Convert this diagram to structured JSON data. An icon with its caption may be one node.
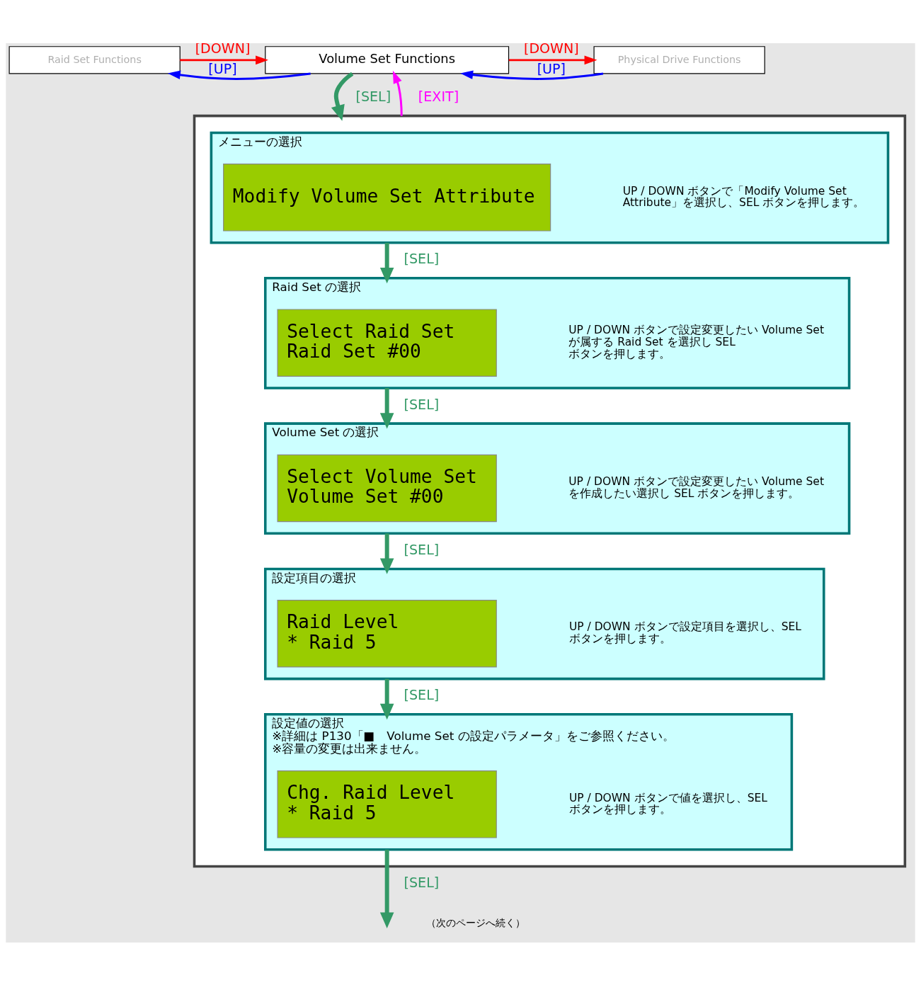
{
  "diagram": {
    "nodes": [
      {
        "text": [
          "Raid Set Functions"
        ]
      },
      {
        "text": [
          "Volume Set Functions"
        ]
      },
      {
        "text": [
          "Physical Drive Functions"
        ]
      },
      {
        "text": [],
        "shape": "box"
      },
      {
        "text": [
          "メニューの選択"
        ],
        "in": 3
      },
      {
        "text": [
          "Modify Volume Set Attribute"
        ],
        "in": 4
      },
      {
        "text": [
          "UP / DOWN ボタンで「Modify Volume Set Attribute」を選択し、SEL ボタンを押します。"
        ],
        "in": 4
      },
      {
        "text": [
          "Raid Set の選択"
        ],
        "in": 3
      },
      {
        "text": [
          "Select Raid Set",
          "Raid Set #00"
        ],
        "in": 7
      },
      {
        "text": [
          "UP / DOWN ボタンで設定変更したい Volume Set が属する Raid Set を選択し SEL ボタンを押します。"
        ],
        "in": 7
      },
      {
        "text": [
          "Volume Set の選択"
        ],
        "in": 3
      },
      {
        "text": [
          "Select Volume Set",
          "Volume Set #00"
        ],
        "in": 10
      },
      {
        "text": [
          "UP / DOWN ボタンで設定変更したい Volume Set を作成したい選択し SEL ボタンを押します。"
        ],
        "in": 10
      },
      {
        "text": [
          "設定項目の選択"
        ],
        "in": 3
      },
      {
        "text": [
          "Raid Level",
          "* Raid 5"
        ],
        "in": 13
      },
      {
        "text": [
          "UP / DOWN ボタンで設定項目を選択し、SEL ボタンを押します。"
        ],
        "in": 13
      },
      {
        "text": [
          "設定値の選択",
          "※詳細は P130「■　Volume Set の設定パラメータ」をご参照ください。",
          "※容量の変更は出来ません。"
        ],
        "in": 3
      },
      {
        "text": [
          "Chg. Raid Level",
          "* Raid 5"
        ],
        "in": 16
      },
      {
        "text": [
          "UP / DOWN ボタンで値を選択し、SEL ボタンを押します。"
        ],
        "in": 16
      }
    ],
    "edges": [
      {
        "from": 0,
        "to": 1,
        "arrow": "to",
        "label": "[DOWN]",
        "color": "#ff0000"
      },
      {
        "from": 1,
        "to": 0,
        "arrow": "to",
        "label": "[UP]",
        "color": "#0000ff"
      },
      {
        "from": 1,
        "to": 2,
        "arrow": "to",
        "label": "[DOWN]",
        "color": "#ff0000"
      },
      {
        "from": 2,
        "to": 1,
        "arrow": "to",
        "label": "[UP]",
        "color": "#0000ff"
      },
      {
        "from": 1,
        "to": 3,
        "arrow": "to",
        "label": "[SEL]"
      },
      {
        "from": 3,
        "to": 1,
        "arrow": "to",
        "label": "[EXIT]",
        "color": "#ff00ff"
      },
      {
        "from": 4,
        "to": 7,
        "arrow": "to",
        "label": "[SEL]"
      },
      {
        "from": 7,
        "to": 10,
        "arrow": "to",
        "label": "[SEL]"
      },
      {
        "from": 10,
        "to": 13,
        "arrow": "to",
        "label": "[SEL]"
      },
      {
        "from": 13,
        "to": 16,
        "arrow": "to",
        "label": "[SEL]"
      },
      {
        "from": 16,
        "to": null,
        "arrow": "to",
        "label": "[SEL]"
      }
    ],
    "labels": [
      "（次のページへ続く）"
    ]
  }
}
